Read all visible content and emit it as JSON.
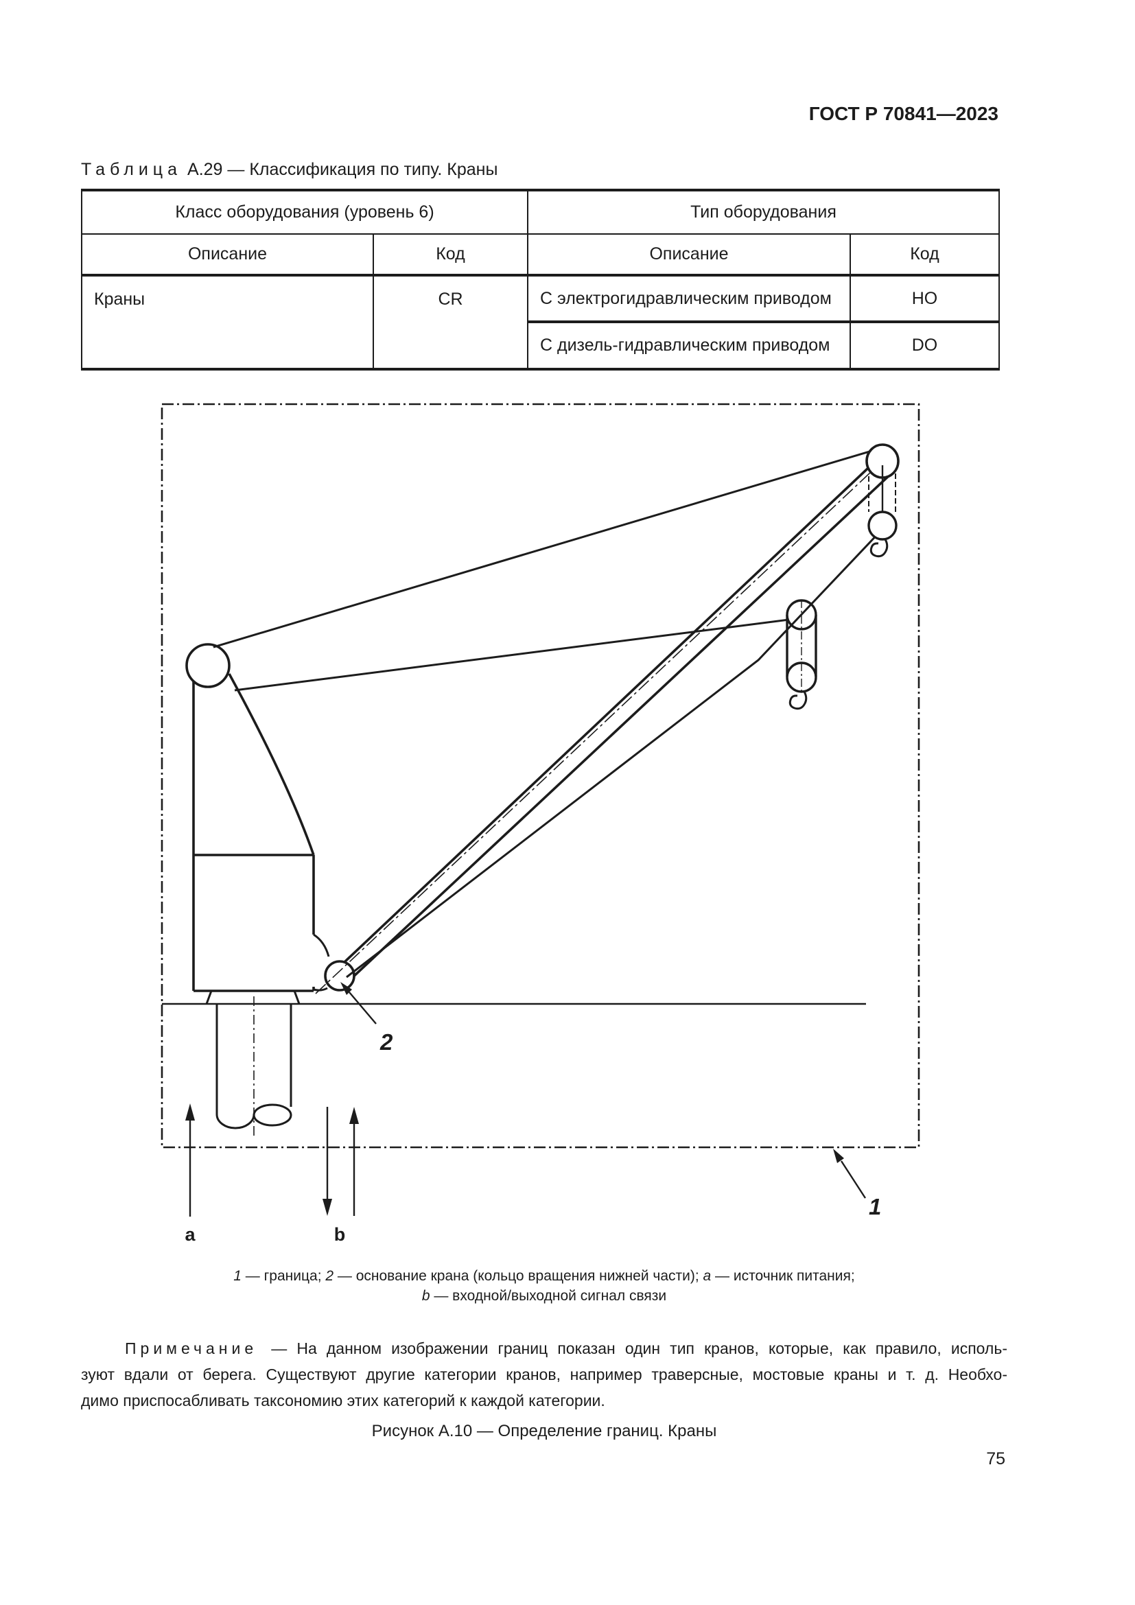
{
  "page": {
    "header_title": "ГОСТ Р 70841—2023",
    "page_number": "75"
  },
  "table": {
    "title_segments": [
      {
        "text": "Таблица",
        "spaced": true
      },
      {
        "text": "А.29 — Классификация по типу. Краны"
      }
    ],
    "group_headers": [
      "Класс оборудования (уровень 6)",
      "Тип оборудования"
    ],
    "sub_headers": [
      "Описание",
      "Код",
      "Описание",
      "Код"
    ],
    "class_row": {
      "description": "Краны",
      "code": "CR"
    },
    "type_rows": [
      {
        "description": "С электрогидравлическим приводом",
        "code": "HO"
      },
      {
        "description": "С дизель-гидравлическим приводом",
        "code": "DO"
      }
    ]
  },
  "figure": {
    "labels": {
      "boundary": "1",
      "crane_base": "2",
      "power": "a",
      "signal": "b"
    },
    "caption_line1_segments": [
      {
        "text": "1",
        "italic": true
      },
      {
        "text": " — граница; "
      },
      {
        "text": "2",
        "italic": true
      },
      {
        "text": " — основание крана (кольцо вращения нижней части); "
      },
      {
        "text": "a",
        "italic": true
      },
      {
        "text": " — источник питания;"
      }
    ],
    "caption_line2_segments": [
      {
        "text": "b",
        "italic": true
      },
      {
        "text": " — входной/выходной сигнал связи"
      }
    ],
    "note_line1_segments": [
      {
        "text": "Примечание",
        "spaced": true
      },
      {
        "text": " — На данном изображении границ показан один тип кранов, которые, как правило, исполь-"
      }
    ],
    "note_line2": "зуют вдали от берега. Существуют другие категории кранов, например траверсные, мостовые краны и т. д. Необхо-",
    "note_line3": "димо приспосабливать таксономию этих категорий к каждой категории.",
    "caption": "Рисунок А.10 — Определение границ. Краны"
  },
  "colors": {
    "ink": "#1c1c1c",
    "paper": "#ffffff"
  }
}
